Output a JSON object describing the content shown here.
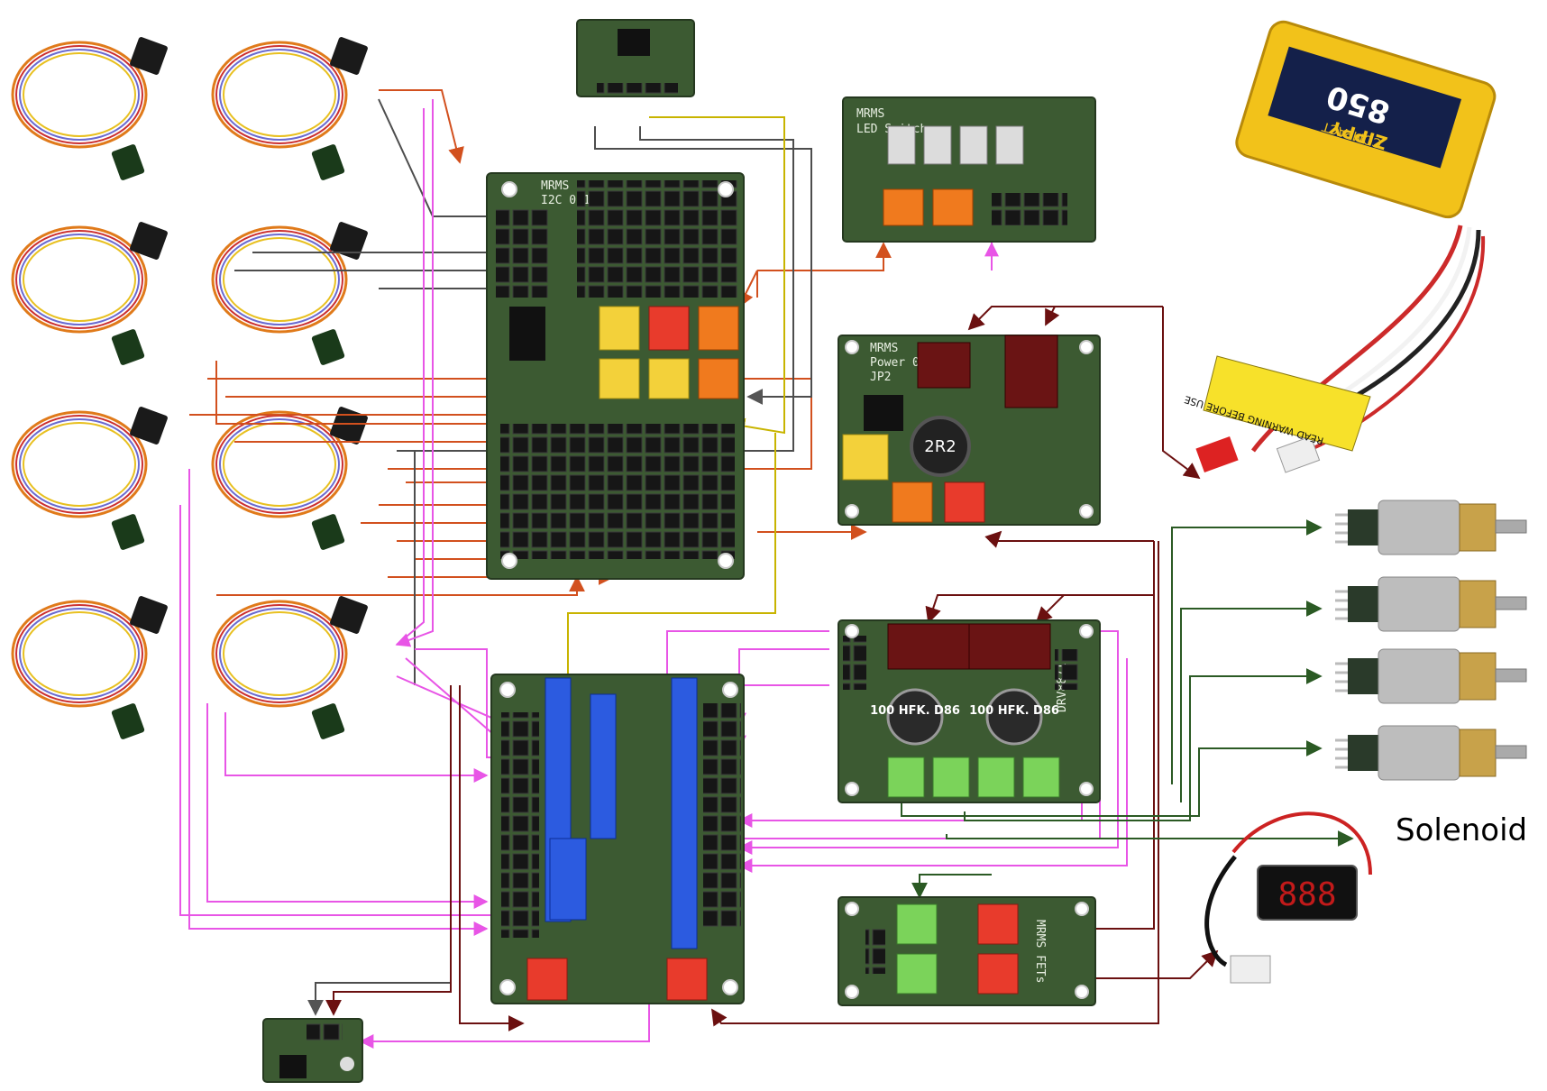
{
  "labels": {
    "solenoid": "Solenoid",
    "switches_board": "MRMS",
    "switches_sub": "LED Switches",
    "power_board": "MRMS",
    "power_sub": "Power 0.01",
    "i2c_board": "MRMS",
    "i2c_sub": "I2C 0.1",
    "motor_board": "DRV8871",
    "fets_board": "MRMS FETs",
    "inductor": "2R2",
    "cap_left": "100 HFK. D86",
    "cap_right": "100 HFK. D86",
    "battery_brand": "ZIPPY",
    "battery_model": "850",
    "battery_sub": "COMPACT",
    "battery_warning": "READ WARNING BEFORE USE",
    "display": "888",
    "jp2": "JP2"
  },
  "colors": {
    "pcb": "#3c5a32",
    "wire_orange": "#d2501e",
    "wire_gray": "#4d4d4d",
    "wire_magenta": "#e855e6",
    "wire_yellow": "#c8b400",
    "wire_darkred": "#6b1010",
    "wire_darkgreen": "#2b5a24",
    "battery": "#f2c21a",
    "motor": "#bdbdbd",
    "gear": "#c8a24a",
    "connector_red": "#e83b2c",
    "connector_orange": "#f07a1e",
    "connector_yellow": "#f3d13a",
    "connector_green": "#7bd35a"
  },
  "icons": {
    "sensor": "ring-sensor-icon",
    "motor": "gear-motor-icon",
    "battery": "lipo-battery-icon",
    "display": "voltmeter-icon"
  }
}
